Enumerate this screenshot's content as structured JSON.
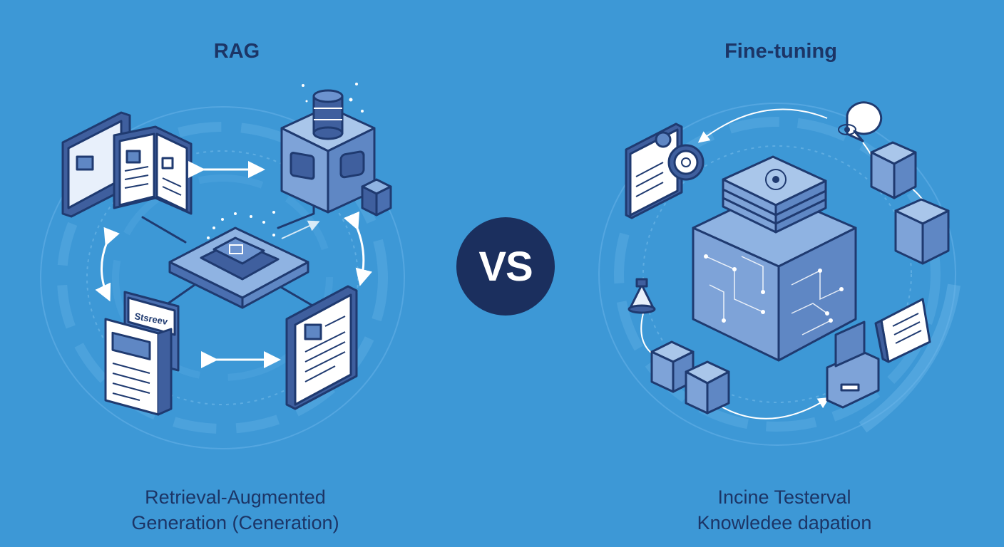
{
  "rag": {
    "title": "RAG",
    "caption_line1": "Retrieval-Augmented",
    "caption_line2": "Generation (Ceneration)",
    "doc_tab_label": "Stsreev"
  },
  "center": {
    "vs_label": "VS"
  },
  "finetuning": {
    "title": "Fine-tuning",
    "caption_line1": "Incine Testerval",
    "caption_line2": "Knowledee dapation"
  },
  "colors": {
    "background": "#3d98d6",
    "outline": "#1f3a70",
    "badge": "#1b2f5e",
    "cube_face": "#5f87c4",
    "paper": "#ffffff"
  }
}
